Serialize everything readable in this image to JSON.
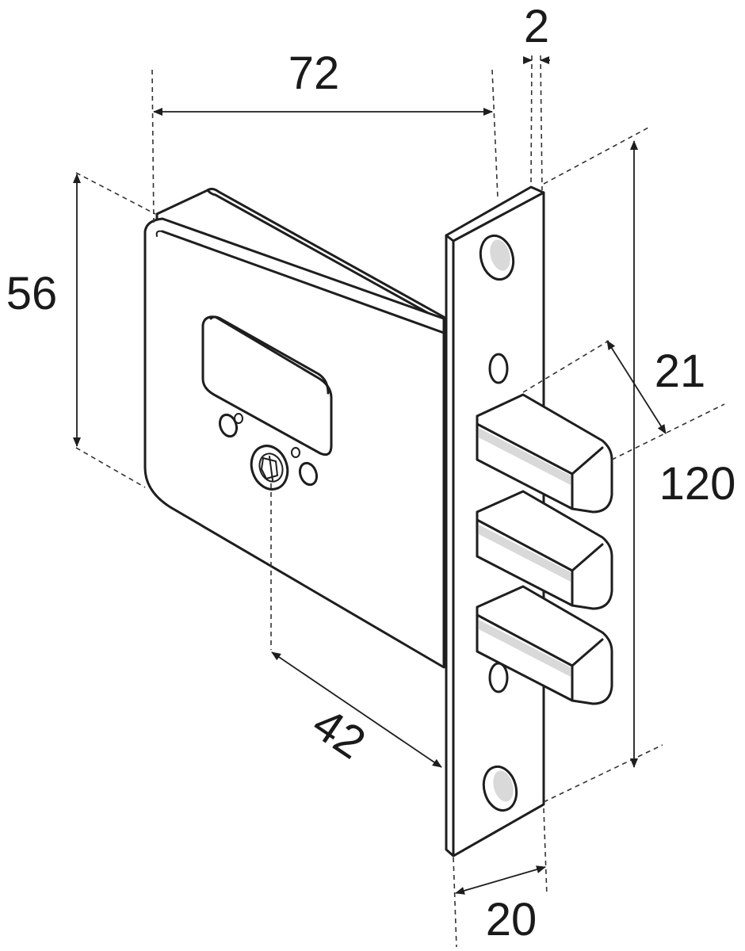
{
  "dimensions": {
    "width": "72",
    "height": "56",
    "faceplate_thickness": "2",
    "bolt_spacing": "21",
    "faceplate_length": "120",
    "backset": "42",
    "faceplate_width": "20"
  }
}
